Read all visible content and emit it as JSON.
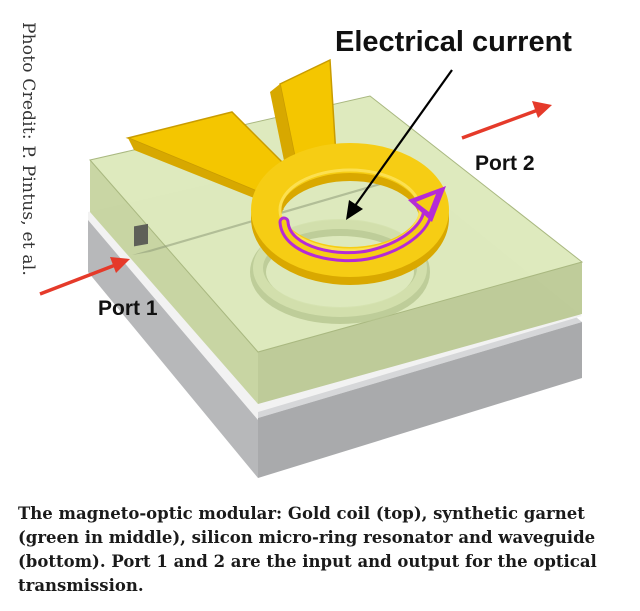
{
  "credit": "Photo Credit: P. Pintus, et al.",
  "labels": {
    "current": "Electrical current",
    "port2": "Port 2",
    "port1": "Port 1"
  },
  "caption": "The magneto-optic modular: Gold coil (top), synthetic garnet (green in middle), silicon micro-ring resonator and waveguide (bottom). Port 1 and 2 are the input and output for the optical transmission.",
  "colors": {
    "gold": "#f2c500",
    "current_loop": "#b52bd6",
    "arrow_red": "#e53a2a",
    "garnet": "#cfe0a6",
    "substrate": "#c9cacc"
  }
}
